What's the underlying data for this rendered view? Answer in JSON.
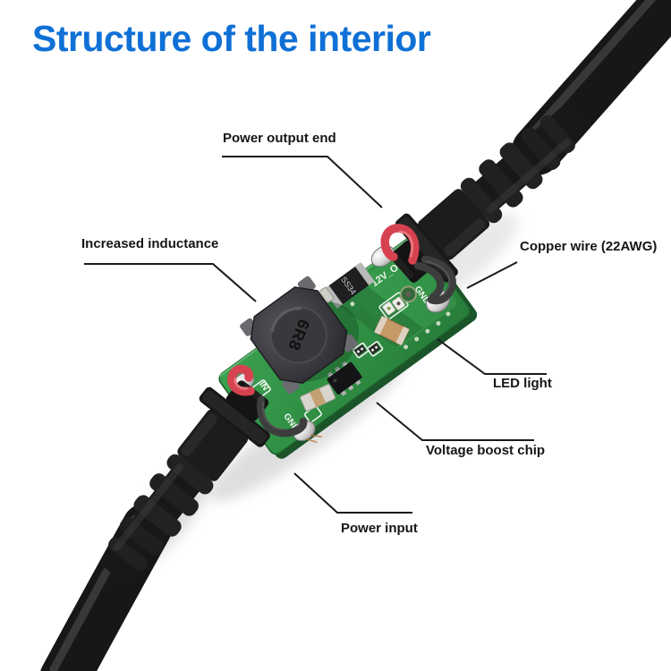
{
  "title": {
    "text": "Structure of the interior",
    "color": "#0f70d6"
  },
  "labels": {
    "power_output_end": "Power output end",
    "increased_inductance": "Increased inductance",
    "copper_wire": "Copper wire (22AWG)",
    "led_light": "LED light",
    "voltage_boost_chip": "Voltage boost chip",
    "power_input": "Power input"
  },
  "pcb": {
    "inductor_marking": "6R8",
    "diode_marking": "SS34",
    "silkscreen": {
      "output_voltage": "12V_OU",
      "output_ground": "GND",
      "input": "IN",
      "input_ground": "GND"
    },
    "board_color": "#2f8f43",
    "wire_red_color": "#d6424f",
    "copper_wire_color": "#3d3d3d",
    "cable_color": "#1a1a1a"
  }
}
